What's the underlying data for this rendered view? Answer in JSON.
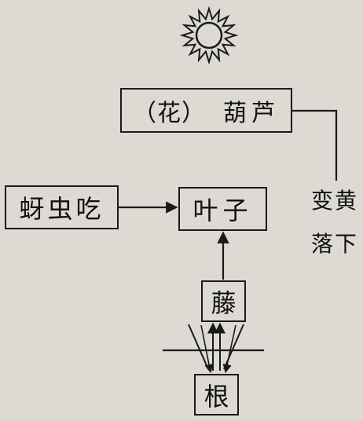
{
  "nodes": {
    "flower": {
      "paren": "（花）",
      "name": "葫芦"
    },
    "aphid": {
      "label": "蚜虫吃"
    },
    "leaf": {
      "label": "叶子"
    },
    "vine": {
      "label": "藤"
    },
    "root": {
      "label": "根"
    }
  },
  "annotation": {
    "line1": "变黄",
    "line2": "落下"
  },
  "icons": {
    "sun": "sun-icon"
  },
  "colors": {
    "ink": "#1a1a1a",
    "paper": "#dcdad3"
  }
}
